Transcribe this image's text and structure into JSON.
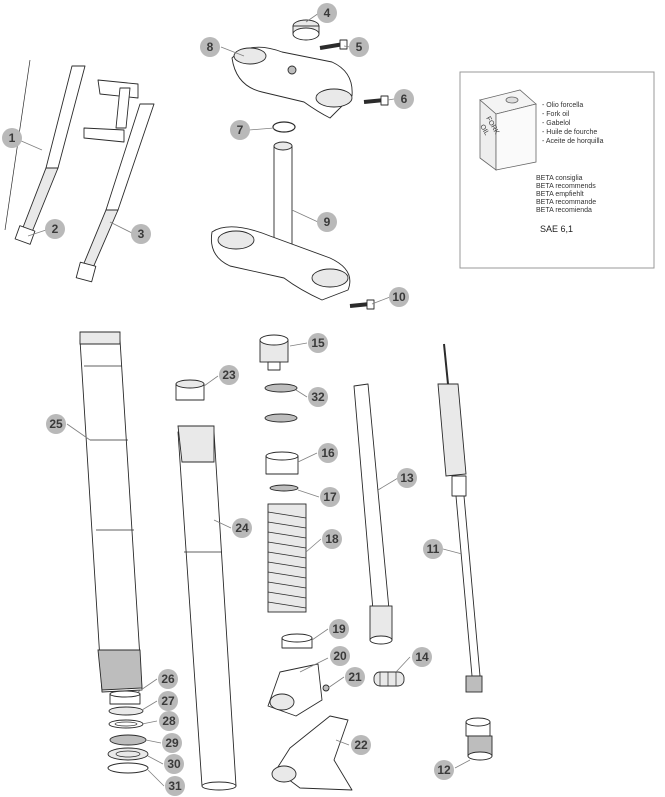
{
  "diagram": {
    "callouts": [
      {
        "number": "1"
      },
      {
        "number": "2"
      },
      {
        "number": "3"
      },
      {
        "number": "4"
      },
      {
        "number": "5"
      },
      {
        "number": "6"
      },
      {
        "number": "7"
      },
      {
        "number": "8"
      },
      {
        "number": "9"
      },
      {
        "number": "10"
      },
      {
        "number": "11"
      },
      {
        "number": "12"
      },
      {
        "number": "13"
      },
      {
        "number": "14"
      },
      {
        "number": "15"
      },
      {
        "number": "16"
      },
      {
        "number": "17"
      },
      {
        "number": "18"
      },
      {
        "number": "19"
      },
      {
        "number": "20"
      },
      {
        "number": "21"
      },
      {
        "number": "22"
      },
      {
        "number": "23"
      },
      {
        "number": "24"
      },
      {
        "number": "25"
      },
      {
        "number": "26"
      },
      {
        "number": "27"
      },
      {
        "number": "28"
      },
      {
        "number": "29"
      },
      {
        "number": "30"
      },
      {
        "number": "31"
      },
      {
        "number": "32"
      }
    ],
    "oil_legend": {
      "can_label": [
        "FORK",
        "OIL"
      ],
      "oil_names": [
        "- Olio forcella",
        "- Fork oil",
        "- Gabelol",
        "- Huile de fourche",
        "- Aceite de horquilla"
      ],
      "recommend_lines": [
        "BETA consiglia",
        "BETA recommends",
        "BETA empfiehlt",
        "BETA recommande",
        "BETA recomienda"
      ],
      "spec": "SAE 6,1"
    }
  }
}
